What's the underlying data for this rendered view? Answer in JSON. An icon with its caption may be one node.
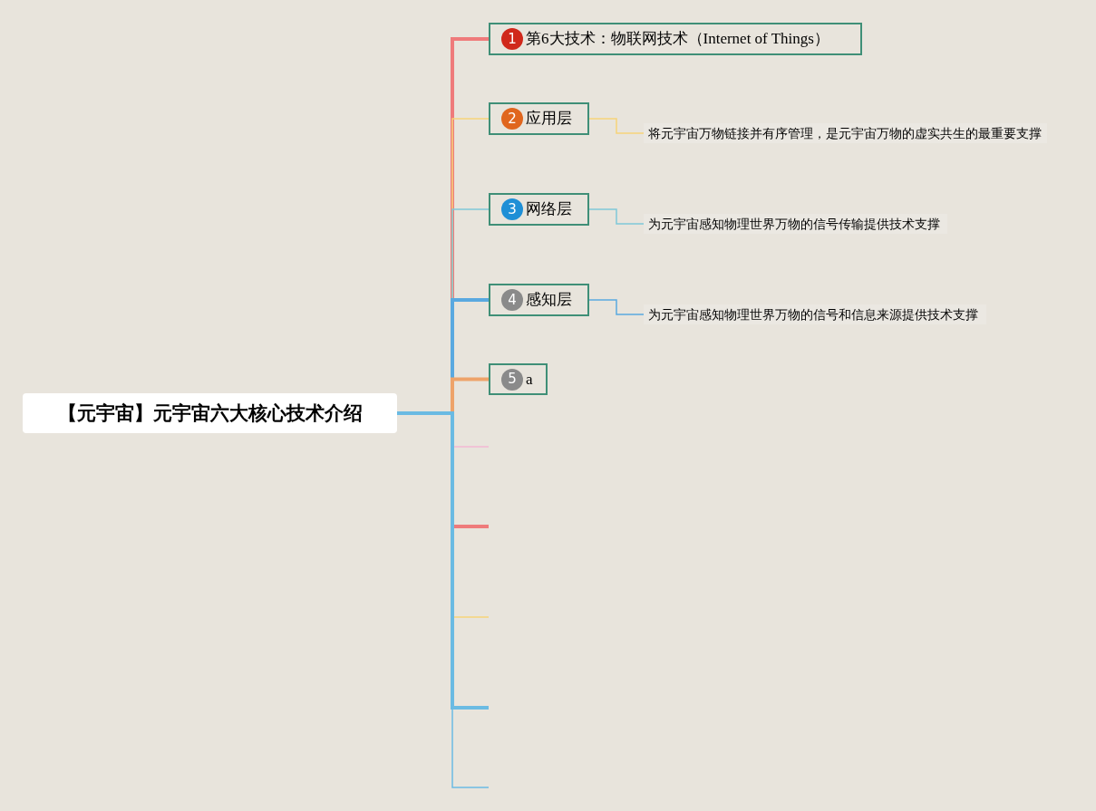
{
  "diagram": {
    "nodes": [
      {
        "text": [
          "【元宇宙】元宇宙六大核心技术介绍"
        ]
      },
      {
        "text": [
          "1",
          "第6大技术：物联网技术（Internet of Things）"
        ]
      },
      {
        "text": [
          "2",
          "应用层"
        ]
      },
      {
        "text": [
          "3",
          "网络层"
        ]
      },
      {
        "text": [
          "4",
          "感知层"
        ]
      },
      {
        "text": [
          "5",
          "a"
        ]
      },
      {
        "text": [
          "将元宇宙万物链接并有序管理，是元宇宙万物的虚实共生的最重要支撑"
        ]
      },
      {
        "text": [
          "为元宇宙感知物理世界万物的信号传输提供技术支撑"
        ]
      },
      {
        "text": [
          "为元宇宙感知物理世界万物的信号和信息来源提供技术支撑"
        ]
      }
    ],
    "edges": [
      {
        "from": 0,
        "to": 1,
        "arrow": "none",
        "style": "thick",
        "color": "#ef7b7b"
      },
      {
        "from": 0,
        "to": 2,
        "arrow": "none",
        "color": "#f6d37a"
      },
      {
        "from": 0,
        "to": 3,
        "arrow": "none",
        "color": "#7fc8d8"
      },
      {
        "from": 0,
        "to": 4,
        "arrow": "none",
        "style": "thick",
        "color": "#5aa9e0"
      },
      {
        "from": 0,
        "to": 5,
        "arrow": "none",
        "style": "thick",
        "color": "#eea36a"
      },
      {
        "from": 0,
        "to": null,
        "arrow": "none",
        "color": "#f2b8d4"
      },
      {
        "from": 0,
        "to": null,
        "arrow": "none",
        "style": "thick",
        "color": "#ef7b7b"
      },
      {
        "from": 0,
        "to": null,
        "arrow": "none",
        "color": "#f6d37a"
      },
      {
        "from": 0,
        "to": null,
        "arrow": "none",
        "style": "thick",
        "color": "#6bbbe3"
      },
      {
        "from": 0,
        "to": null,
        "arrow": "none",
        "color": "#6bbbe3"
      },
      {
        "from": 2,
        "to": 6,
        "arrow": "none",
        "color": "#f6d37a"
      },
      {
        "from": 3,
        "to": 7,
        "arrow": "none",
        "color": "#7fc8d8"
      },
      {
        "from": 4,
        "to": 8,
        "arrow": "none",
        "color": "#5aa9e0"
      }
    ]
  }
}
